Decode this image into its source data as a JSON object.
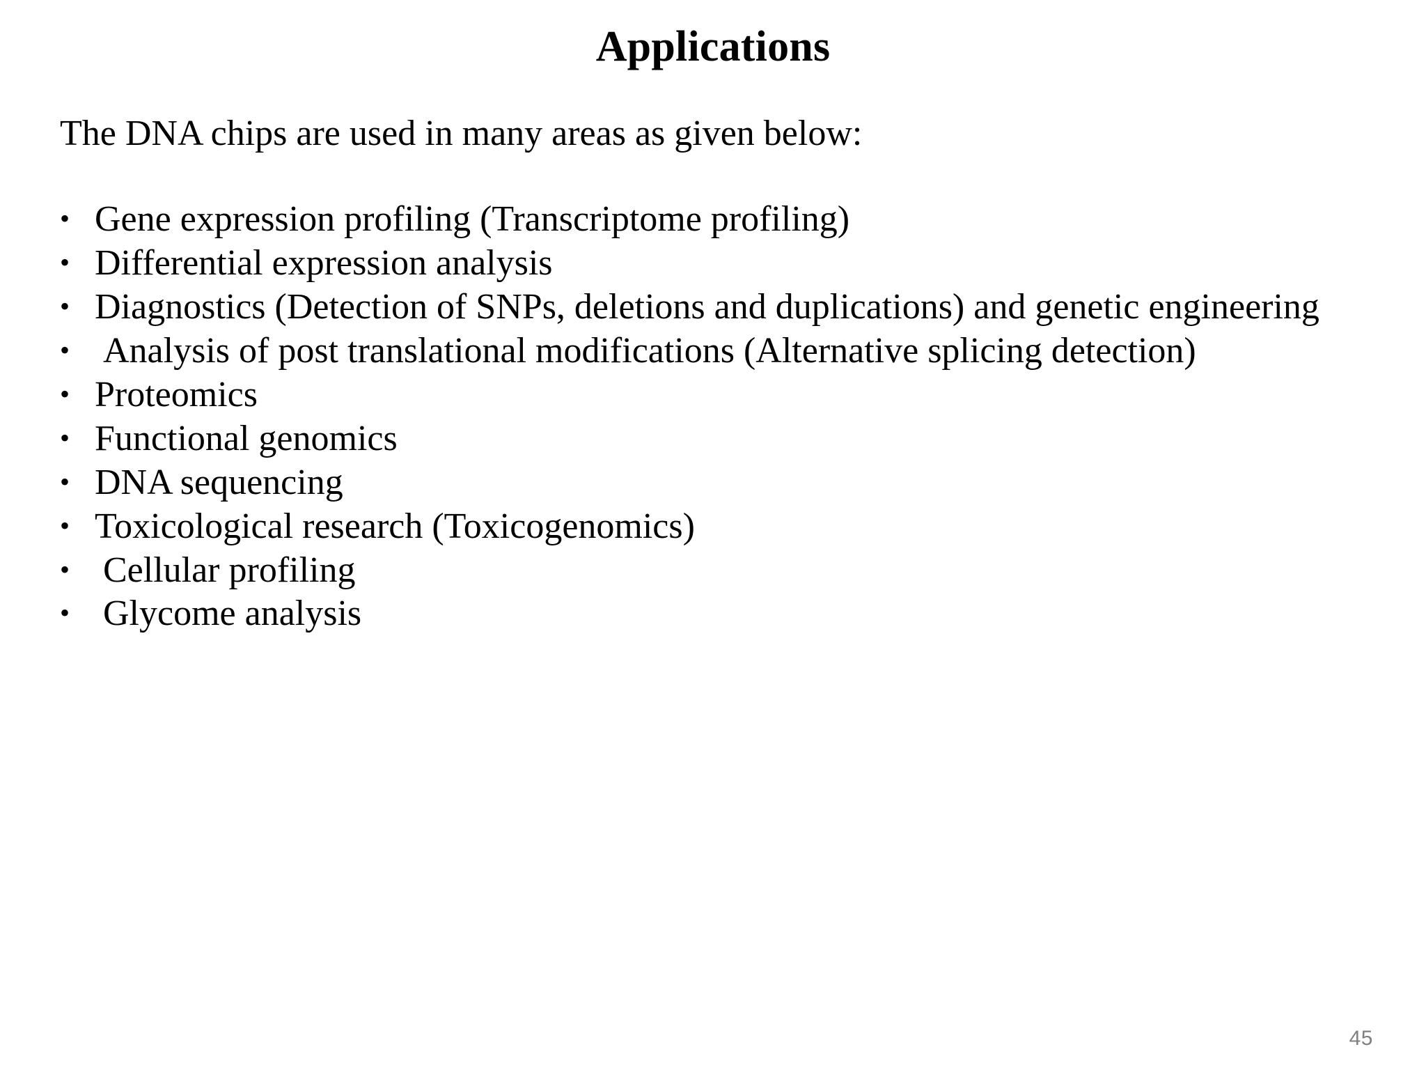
{
  "slide": {
    "title": "Applications",
    "intro": "The DNA chips are used in many areas as given below:",
    "bullet_char": "•",
    "bullets": [
      {
        "text": "Gene expression profiling (Transcriptome profiling)"
      },
      {
        "text": "Differential expression analysis"
      },
      {
        "text": "Diagnostics (Detection of SNPs, deletions and duplications) and genetic engineering"
      },
      {
        "text": "Analysis of post translational modifications (Alternative splicing detection)"
      },
      {
        "text": "Proteomics"
      },
      {
        "text": "Functional genomics"
      },
      {
        "text": "DNA sequencing"
      },
      {
        "text": "Toxicological research (Toxicogenomics)"
      },
      {
        "text": "Cellular profiling"
      },
      {
        "text": "Glycome analysis"
      }
    ],
    "page_number": "45",
    "colors": {
      "background": "#ffffff",
      "text": "#000000",
      "page_number": "#808080"
    }
  }
}
